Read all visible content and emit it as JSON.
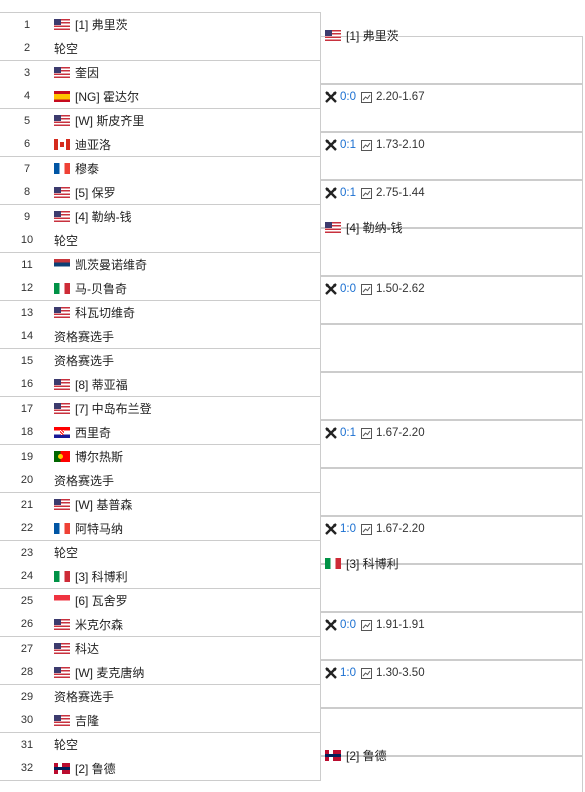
{
  "round1": [
    {
      "seed": "1",
      "label": "[1] 弗里茨",
      "flag": "us"
    },
    {
      "seed": "2",
      "label": "轮空",
      "flag": ""
    },
    {
      "seed": "3",
      "label": "奎因",
      "flag": "us"
    },
    {
      "seed": "4",
      "label": "[NG] 霍达尔",
      "flag": "es"
    },
    {
      "seed": "5",
      "label": "[W] 斯皮齐里",
      "flag": "us"
    },
    {
      "seed": "6",
      "label": "迪亚洛",
      "flag": "ca"
    },
    {
      "seed": "7",
      "label": "穆泰",
      "flag": "fr"
    },
    {
      "seed": "8",
      "label": "[5] 保罗",
      "flag": "us"
    },
    {
      "seed": "9",
      "label": "[4] 勒纳-钱",
      "flag": "us"
    },
    {
      "seed": "10",
      "label": "轮空",
      "flag": ""
    },
    {
      "seed": "11",
      "label": "凯茨曼诺维奇",
      "flag": "rs"
    },
    {
      "seed": "12",
      "label": "马-贝鲁奇",
      "flag": "it"
    },
    {
      "seed": "13",
      "label": "科瓦切维奇",
      "flag": "us"
    },
    {
      "seed": "14",
      "label": "资格赛选手",
      "flag": ""
    },
    {
      "seed": "15",
      "label": "资格赛选手",
      "flag": ""
    },
    {
      "seed": "16",
      "label": "[8] 蒂亚福",
      "flag": "us"
    },
    {
      "seed": "17",
      "label": "[7] 中岛布兰登",
      "flag": "us"
    },
    {
      "seed": "18",
      "label": "西里奇",
      "flag": "hr"
    },
    {
      "seed": "19",
      "label": "博尔热斯",
      "flag": "pt"
    },
    {
      "seed": "20",
      "label": "资格赛选手",
      "flag": ""
    },
    {
      "seed": "21",
      "label": "[W] 基普森",
      "flag": "us"
    },
    {
      "seed": "22",
      "label": "阿特马纳",
      "flag": "fr"
    },
    {
      "seed": "23",
      "label": "轮空",
      "flag": ""
    },
    {
      "seed": "24",
      "label": "[3] 科博利",
      "flag": "it"
    },
    {
      "seed": "25",
      "label": "[6] 瓦舍罗",
      "flag": "sg"
    },
    {
      "seed": "26",
      "label": "米克尔森",
      "flag": "us"
    },
    {
      "seed": "27",
      "label": "科达",
      "flag": "us"
    },
    {
      "seed": "28",
      "label": "[W] 麦克唐纳",
      "flag": "us"
    },
    {
      "seed": "29",
      "label": "资格赛选手",
      "flag": ""
    },
    {
      "seed": "30",
      "label": "吉隆",
      "flag": "us"
    },
    {
      "seed": "31",
      "label": "轮空",
      "flag": ""
    },
    {
      "seed": "32",
      "label": "[2] 鲁德",
      "flag": "no"
    }
  ],
  "round2": [
    {
      "kind": "winner",
      "label": "[1] 弗里茨",
      "flag": "us"
    },
    {
      "kind": "odds",
      "score": "0:0",
      "odds": "2.20-1.67"
    },
    {
      "kind": "odds",
      "score": "0:1",
      "odds": "1.73-2.10"
    },
    {
      "kind": "odds",
      "score": "0:1",
      "odds": "2.75-1.44"
    },
    {
      "kind": "winner",
      "label": "[4] 勒纳-钱",
      "flag": "us"
    },
    {
      "kind": "odds",
      "score": "0:0",
      "odds": "1.50-2.62"
    },
    {
      "kind": "empty"
    },
    {
      "kind": "empty"
    },
    {
      "kind": "odds",
      "score": "0:1",
      "odds": "1.67-2.20"
    },
    {
      "kind": "empty"
    },
    {
      "kind": "odds",
      "score": "1:0",
      "odds": "1.67-2.20"
    },
    {
      "kind": "winner",
      "label": "[3] 科博利",
      "flag": "it"
    },
    {
      "kind": "odds",
      "score": "0:0",
      "odds": "1.91-1.91"
    },
    {
      "kind": "odds",
      "score": "1:0",
      "odds": "1.30-3.50"
    },
    {
      "kind": "empty"
    },
    {
      "kind": "winner",
      "label": "[2] 鲁德",
      "flag": "no"
    }
  ]
}
